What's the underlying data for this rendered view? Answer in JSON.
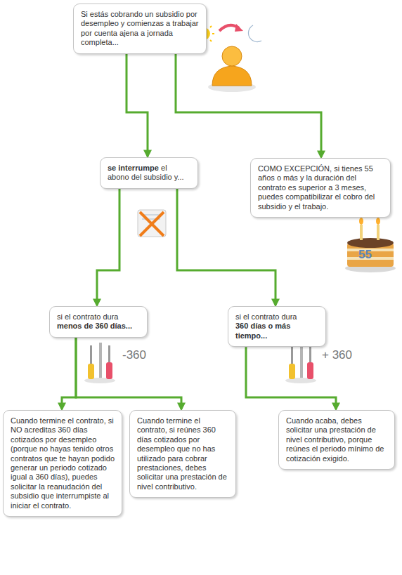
{
  "diagram": {
    "nodes": [
      {
        "text": [
          "Si estás cobrando un subsidio por desempleo y comienzas a trabajar por cuenta ajena a jornada completa..."
        ]
      },
      {
        "text": [
          "se interrumpe",
          "el abono del subsidio y..."
        ]
      },
      {
        "text": [
          "COMO EXCEPCIÓN, si tienes 55 años o más y la duración del contrato es superior a 3 meses, puedes compatibilizar el cobro del subsidio y el trabajo."
        ]
      },
      {
        "text": [
          "si el contrato dura",
          "menos de 360 días..."
        ]
      },
      {
        "text": [
          "si el contrato dura",
          "360 días o más tiempo..."
        ]
      },
      {
        "text": [
          "Cuando termine el contrato, si NO acreditas 360 días cotizados por desempleo (porque no hayas tenido otros contratos que te hayan podido generar un periodo cotizado igual a 360 días), puedes solicitar la reanudación del subsidio que interrumpiste al iniciar el contrato."
        ]
      },
      {
        "text": [
          "Cuando termine el contrato, si reúnes 360 días cotizados por desempleo que no has utilizado para cobrar prestaciones, debes solicitar una prestación de nivel contributivo."
        ]
      },
      {
        "text": [
          "Cuando acaba, debes solicitar una prestación de nivel contributivo, porque reúnes el periodo mínimo de cotización exigido."
        ]
      }
    ],
    "edges": [
      {
        "from": 0,
        "to": 1,
        "arrow": "to"
      },
      {
        "from": 0,
        "to": 2,
        "arrow": "to"
      },
      {
        "from": 1,
        "to": 3,
        "arrow": "to"
      },
      {
        "from": 1,
        "to": 4,
        "arrow": "to"
      },
      {
        "from": 3,
        "to": 5,
        "arrow": "to"
      },
      {
        "from": 3,
        "to": 6,
        "arrow": "to"
      },
      {
        "from": 4,
        "to": 7,
        "arrow": "to"
      }
    ],
    "labels": [
      "55",
      "-360",
      "+ 360"
    ]
  }
}
